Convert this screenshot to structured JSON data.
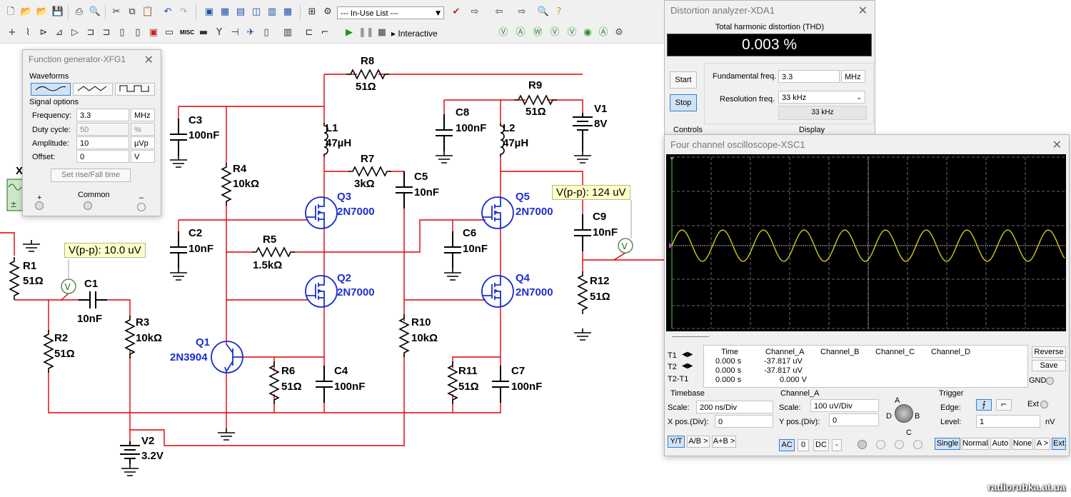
{
  "toolbar": {
    "inuse_combo": "--- In-Use List ---",
    "interactive_label": "Interactive",
    "misc_label": "MISC"
  },
  "schematic": {
    "components": {
      "R8": {
        "name": "R8",
        "value": "51Ω"
      },
      "R9": {
        "name": "R9",
        "value": "51Ω"
      },
      "V1": {
        "name": "V1",
        "value": "8V"
      },
      "C3": {
        "name": "C3",
        "value": "100nF"
      },
      "L1": {
        "name": "L1",
        "value": "47µH"
      },
      "C8": {
        "name": "C8",
        "value": "100nF"
      },
      "L2": {
        "name": "L2",
        "value": "47µH"
      },
      "R4": {
        "name": "R4",
        "value": "10kΩ"
      },
      "R7": {
        "name": "R7",
        "value": "3kΩ"
      },
      "C5": {
        "name": "C5",
        "value": "10nF"
      },
      "Q3": {
        "name": "Q3",
        "value": "2N7000"
      },
      "Q5": {
        "name": "Q5",
        "value": "2N7000"
      },
      "C2": {
        "name": "C2",
        "value": "10nF"
      },
      "R5": {
        "name": "R5",
        "value": "1.5kΩ"
      },
      "C6": {
        "name": "C6",
        "value": "10nF"
      },
      "C9": {
        "name": "C9",
        "value": "10nF"
      },
      "R1": {
        "name": "R1",
        "value": "51Ω"
      },
      "C1": {
        "name": "C1",
        "value": "10nF"
      },
      "Q2": {
        "name": "Q2",
        "value": "2N7000"
      },
      "Q4": {
        "name": "Q4",
        "value": "2N7000"
      },
      "R12": {
        "name": "R12",
        "value": "51Ω"
      },
      "R2": {
        "name": "R2",
        "value": "51Ω"
      },
      "R3": {
        "name": "R3",
        "value": "10kΩ"
      },
      "R10": {
        "name": "R10",
        "value": "10kΩ"
      },
      "Q1": {
        "name": "Q1",
        "value": "2N3904"
      },
      "R6": {
        "name": "R6",
        "value": "51Ω"
      },
      "C4": {
        "name": "C4",
        "value": "100nF"
      },
      "R11": {
        "name": "R11",
        "value": "51Ω"
      },
      "C7": {
        "name": "C7",
        "value": "100nF"
      },
      "V2": {
        "name": "V2",
        "value": "3.2V"
      }
    },
    "probe_input": "V(p-p): 10.0 uV",
    "probe_output": "V(p-p): 124 uV",
    "probe_symbol": "V",
    "xfg_ref": "X"
  },
  "function_generator": {
    "title": "Function generator-XFG1",
    "waveforms_label": "Waveforms",
    "signal_options_label": "Signal options",
    "rows": [
      {
        "label": "Frequency:",
        "value": "3.3",
        "unit": "MHz"
      },
      {
        "label": "Duty cycle:",
        "value": "50",
        "unit": "%"
      },
      {
        "label": "Amplitude:",
        "value": "10",
        "unit": "µVp"
      },
      {
        "label": "Offset:",
        "value": "0",
        "unit": "V"
      }
    ],
    "rise_fall_button": "Set rise/Fall time",
    "plus": "+",
    "common": "Common",
    "minus": "–"
  },
  "distortion_analyzer": {
    "title": "Distortion analyzer-XDA1",
    "thd_label": "Total harmonic distortion (THD)",
    "thd_value": "0.003 %",
    "start": "Start",
    "stop": "Stop",
    "fund_label": "Fundamental freq.",
    "fund_value": "3.3",
    "fund_unit": "MHz",
    "res_label": "Resolution freq.",
    "res_value": "33 kHz",
    "res_readout": "33 kHz",
    "controls": "Controls",
    "display": "Display"
  },
  "oscilloscope": {
    "title": "Four channel oscilloscope-XSC1",
    "readout": {
      "headers": [
        "Time",
        "Channel_A",
        "Channel_B",
        "Channel_C",
        "Channel_D"
      ],
      "rows": [
        {
          "label": "T1",
          "time": "0.000 s",
          "a": "-37.817 uV"
        },
        {
          "label": "T2",
          "time": "0.000 s",
          "a": "-37.817 uV"
        },
        {
          "label": "T2-T1",
          "time": "0.000 s",
          "a": "0.000 V"
        }
      ]
    },
    "reverse": "Reverse",
    "save": "Save",
    "gnd": "GND",
    "timebase": {
      "title": "Timebase",
      "scale_label": "Scale:",
      "scale_value": "200 ns/Div",
      "xpos_label": "X pos.(Div):",
      "xpos_value": "0"
    },
    "channel": {
      "title": "Channel_A",
      "scale_label": "Scale:",
      "scale_value": "100 uV/Div",
      "ypos_label": "Y pos.(Div):",
      "ypos_value": "0"
    },
    "trigger": {
      "title": "Trigger",
      "edge_label": "Edge:",
      "ext_label": "Ext",
      "level_label": "Level:",
      "level_value": "1",
      "level_unit": "nV"
    },
    "mode_buttons": [
      "Y/T",
      "A/B >",
      "A+B >"
    ],
    "coupling_buttons": [
      "AC",
      "0",
      "DC",
      "-"
    ],
    "knob_labels": [
      "A",
      "B",
      "C",
      "D"
    ],
    "trigger_buttons": [
      "Single",
      "Normal",
      "Auto",
      "None",
      "A >",
      "Ext"
    ],
    "trace_color": "#e0d818"
  },
  "watermark": "radiorubka.at.ua"
}
